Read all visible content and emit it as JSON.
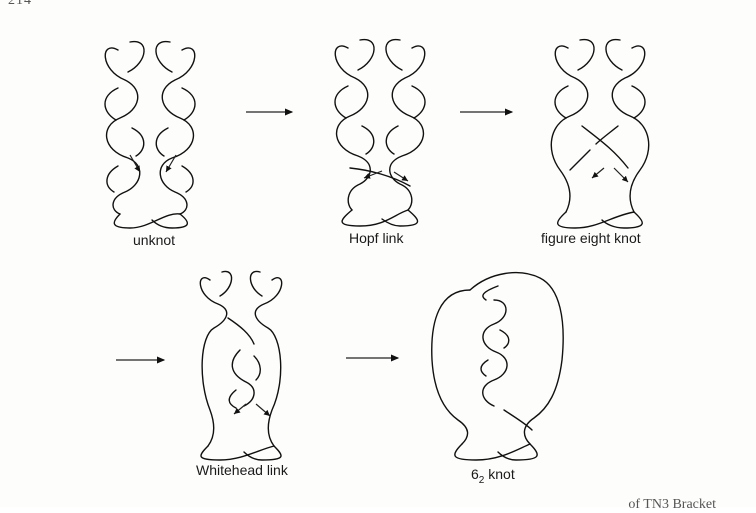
{
  "header": {
    "fragment": "214"
  },
  "footer": {
    "fragment": "of TN3 Bracket"
  },
  "figures": [
    {
      "name": "unknot",
      "label": "unknot"
    },
    {
      "name": "hopf-link",
      "label": "Hopf link"
    },
    {
      "name": "figure-eight-knot",
      "label": "figure eight knot"
    },
    {
      "name": "whitehead-link",
      "label": "Whitehead link"
    },
    {
      "name": "six-two-knot",
      "label_main": "6",
      "label_sub": "2",
      "label_rest": "knot"
    }
  ],
  "colors": {
    "ink": "#111111",
    "paper": "#fdfdfc"
  },
  "icons": [
    "arrow-right-icon",
    "crossing-arrow-icon"
  ]
}
